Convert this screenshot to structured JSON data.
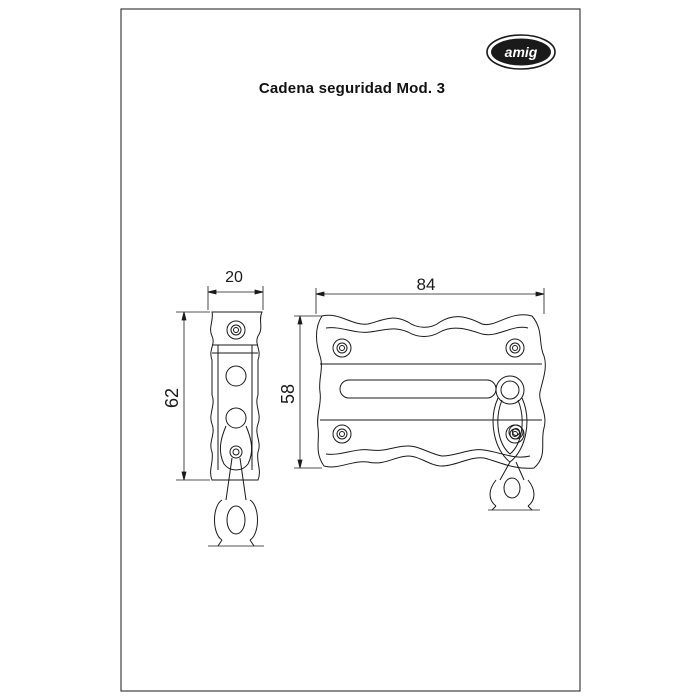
{
  "title": "Cadena seguridad Mod. 3",
  "logo_text": "amig",
  "dimensions": {
    "side_width": "20",
    "side_height": "62",
    "front_width": "84",
    "front_height": "58"
  },
  "colors": {
    "line": "#1a1a1a",
    "background": "#ffffff"
  }
}
